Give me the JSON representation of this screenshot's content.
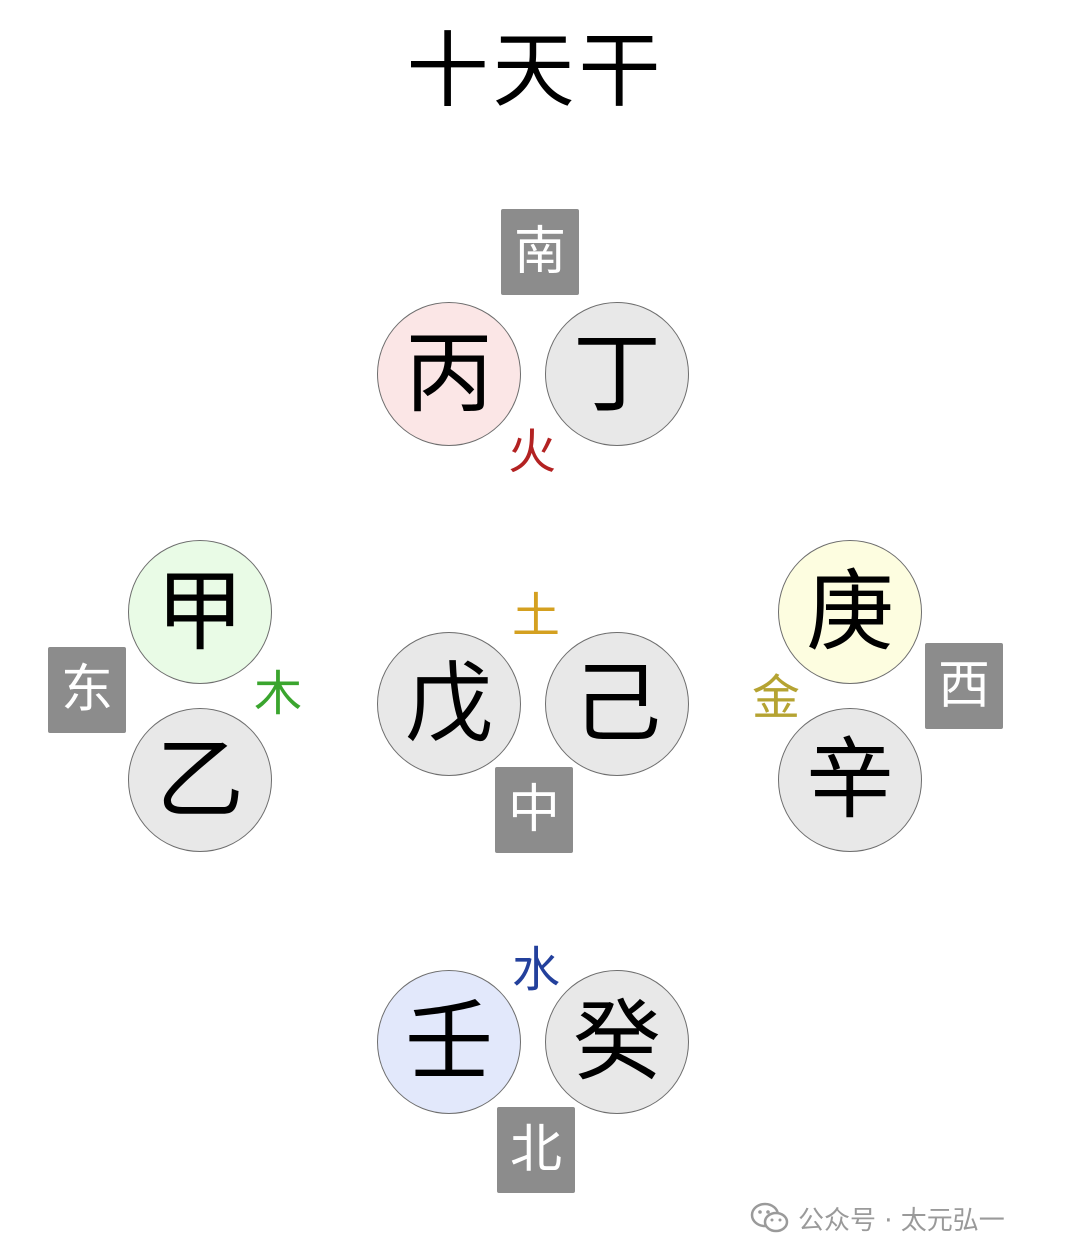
{
  "title": "十天干",
  "groups": {
    "fire": {
      "element": "火",
      "color": "#b32222",
      "direction": "南",
      "stems": [
        "丙",
        "丁"
      ]
    },
    "wood": {
      "element": "木",
      "color": "#3aa52e",
      "direction": "东",
      "stems": [
        "甲",
        "乙"
      ]
    },
    "earth": {
      "element": "土",
      "color": "#d4a020",
      "direction": "中",
      "stems": [
        "戊",
        "己"
      ]
    },
    "metal": {
      "element": "金",
      "color": "#b5a332",
      "direction": "西",
      "stems": [
        "庚",
        "辛"
      ]
    },
    "water": {
      "element": "水",
      "color": "#23409c",
      "direction": "北",
      "stems": [
        "壬",
        "癸"
      ]
    }
  },
  "stem_fills": {
    "bing": "#fbe6e6",
    "jia": "#e9fbe6",
    "geng": "#fdfde0",
    "ren": "#e2e8fb",
    "plain": "#e8e8e8"
  },
  "watermark": {
    "icon": "wechat-icon",
    "text": "公众号 · 太元弘一"
  }
}
